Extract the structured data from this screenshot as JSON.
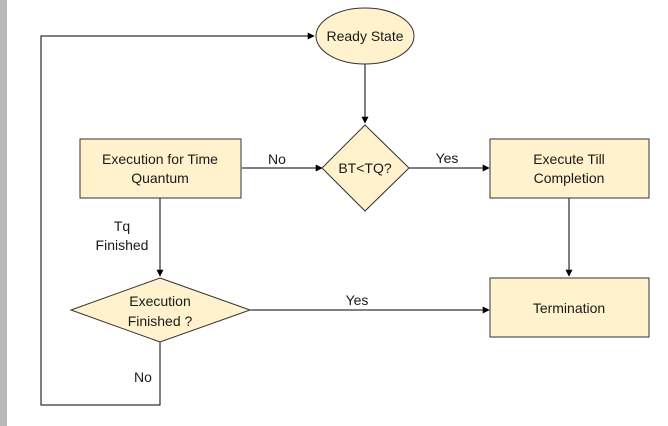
{
  "colors": {
    "node_fill": "#fff2cc",
    "node_stroke": "#333333",
    "edge": "#000000"
  },
  "nodes": {
    "ready_state": "Ready State",
    "bt_tq": "BT<TQ?",
    "exec_time_quantum": [
      "Execution for Time",
      "Quantum"
    ],
    "exec_till_completion": [
      "Execute Till",
      "Completion"
    ],
    "exec_finished": [
      "Execution",
      "Finished ?"
    ],
    "termination": "Termination"
  },
  "edges": {
    "no_left": "No",
    "yes_right": "Yes",
    "tq_finished": [
      "Tq",
      "Finished"
    ],
    "yes_termination": "Yes",
    "no_loop": "No"
  }
}
